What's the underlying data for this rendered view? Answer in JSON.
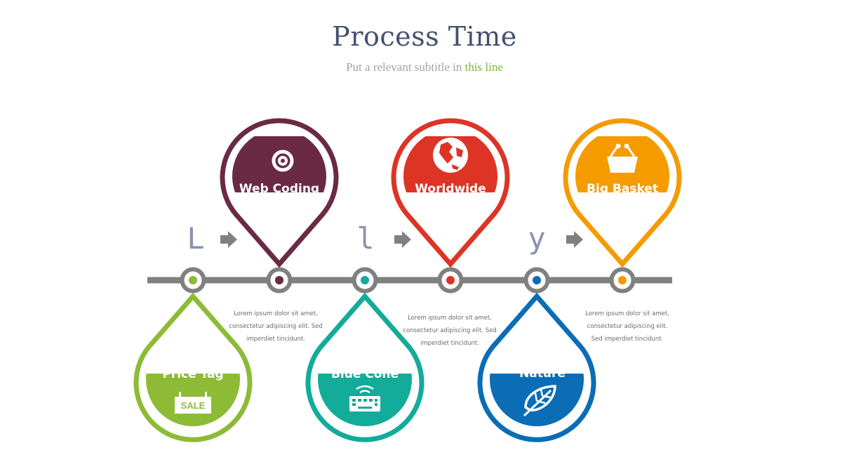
{
  "header": {
    "title": "Process Time",
    "subtitle_prefix": "Put a relevant subtitle in ",
    "subtitle_highlight": "this line"
  },
  "colors": {
    "timeline": "#808080",
    "accent_green": "#7fb535"
  },
  "letters": [
    "L",
    "l",
    "y"
  ],
  "top_pins": [
    {
      "label": "Web Coding",
      "icon": "at-sign-icon",
      "color": "#6a2a44"
    },
    {
      "label": "Worldwide",
      "icon": "globe-icon",
      "color": "#dd3426"
    },
    {
      "label": "Big Basket",
      "icon": "basket-icon",
      "color": "#f59b00"
    }
  ],
  "bottom_drops": [
    {
      "label": "Price Tag",
      "icon": "sale-sign-icon",
      "icon_text": "SALE",
      "color": "#8dbb35"
    },
    {
      "label": "Blue Cone",
      "icon": "keyboard-wifi-icon",
      "color": "#13ab9a"
    },
    {
      "label": "Nature",
      "icon": "leaf-icon",
      "color": "#0a6db6"
    }
  ],
  "nodes": [
    {
      "color": "#8dbb35"
    },
    {
      "color": "#6a2a44"
    },
    {
      "color": "#13ab9a"
    },
    {
      "color": "#dd3426"
    },
    {
      "color": "#0a6db6"
    },
    {
      "color": "#f59b00"
    }
  ],
  "descriptions": [
    {
      "line1": "Lorem ipsum dolor sit amet,",
      "line2": "consectetur adipiscing elit. Sed",
      "line3": "imperdiet tincidunt."
    },
    {
      "line1": "Lorem ipsum dolor sit amet,",
      "line2": "consectetur adipiscing elit. Sed",
      "line3": "imperdiet tincidunt."
    },
    {
      "line1": "Lorem ipsum dolor sit amet,",
      "line2": "consectetur adipiscing elit.",
      "line3": "Sed imperdiet tincidunt."
    }
  ]
}
